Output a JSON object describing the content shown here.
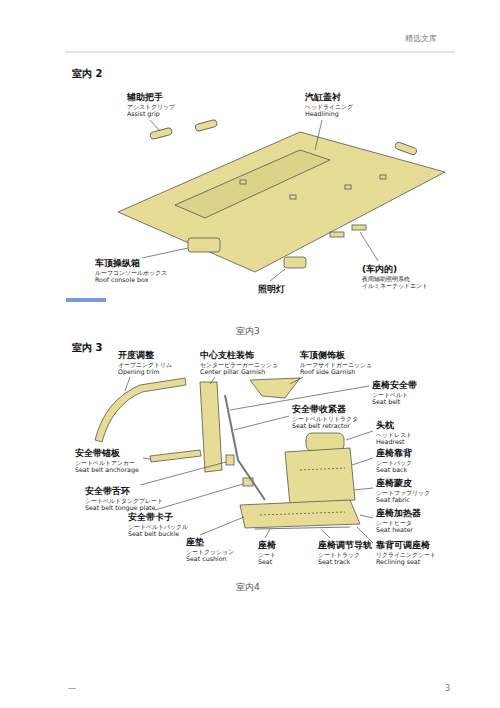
{
  "diagram": {
    "labels": [
      "精选文库",
      "室内 2",
      "辅助把手",
      "アシストグリップ",
      "Assist grip",
      "汽缸盖衬",
      "ヘッドライニング",
      "Headlining",
      "车顶操纵箱",
      "ルーフコンソールボックス",
      "Roof console box",
      "照明灯",
      "(车内的)",
      "夜间辅助照明系统",
      "イルミネーテッドエント",
      "室内3",
      "室内 3",
      "开度调整",
      "オープニングトリム",
      "Opening trim",
      "中心支柱装饰",
      "センターピラーガーニッシュ",
      "Center pillar Garnish",
      "车顶侧饰板",
      "ルーフサイドガーニッシュ",
      "Roof side Garnish",
      "座椅安全带",
      "シートベルト",
      "Seat belt",
      "安全带收紧器",
      "シートベルトリトラクタ",
      "Seat belt retractor",
      "头枕",
      "ヘッドレスト",
      "Headrest",
      "座椅靠背",
      "シートバック",
      "Seat back",
      "座椅蒙皮",
      "シートファブリック",
      "Seat fabric",
      "座椅加热器",
      "シートヒータ",
      "Seat heater",
      "靠背可调座椅",
      "リクライニングシート",
      "Reclining seat",
      "座椅调节导轨",
      "シートトラック",
      "Seat track",
      "座椅",
      "シート",
      "Seat",
      "座垫",
      "シートクッション",
      "Seat cushion",
      "安全带卡子",
      "シートベルトバックル",
      "Seat belt buckle",
      "安全带舌环",
      "シートベルトタングプレート",
      "Seat belt tongue plate",
      "安全带锚板",
      "シートベルトアンカー",
      "Seat belt anchorage",
      "室内4",
      "—",
      "3"
    ]
  }
}
